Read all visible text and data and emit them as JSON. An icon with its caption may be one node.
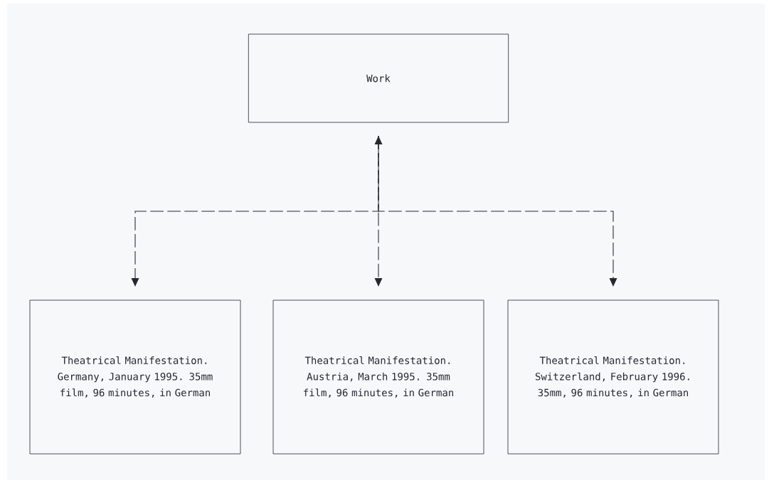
{
  "diagram": {
    "nodes": [
      {
        "text": [
          "Work"
        ]
      },
      {
        "text": [
          "Theatrical Manifestation. Germany, January 1995. 35mm film, 96 minutes, in German"
        ]
      },
      {
        "text": [
          "Theatrical Manifestation. Austria, March 1995.  35mm film, 96 minutes, in German"
        ]
      },
      {
        "text": [
          "Theatrical Manifestation. Switzerland, February 1996. 35mm, 96 minutes, in German"
        ]
      }
    ],
    "edges": [
      {
        "from": 0,
        "to": 1,
        "arrow": "to",
        "style": "dashed"
      },
      {
        "from": 0,
        "to": 2,
        "arrow": "both",
        "style": "dashed"
      },
      {
        "from": 0,
        "to": 3,
        "arrow": "to",
        "style": "dashed"
      }
    ]
  }
}
